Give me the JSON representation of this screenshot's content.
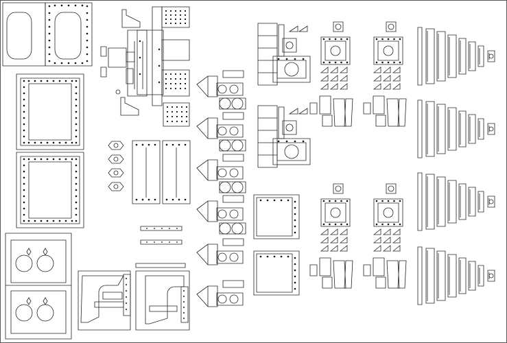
{
  "sheet": {
    "background": "#ffffff",
    "line_color": "#222222",
    "hole_color": "#111111",
    "border_color": "#555555"
  },
  "parts": {
    "oval_window_plates": 2,
    "square_frame_plates": 2,
    "boiler_end_plates": 2,
    "pin_plates": 4,
    "side_frame_pieces": 2,
    "drawbar_assembly": 1,
    "arrow_brackets": 6,
    "clamp_plates": 3,
    "box_assemblies": 4,
    "flange_groups": 4,
    "square_boxes": 2,
    "tapered_roller_sets": 4
  }
}
